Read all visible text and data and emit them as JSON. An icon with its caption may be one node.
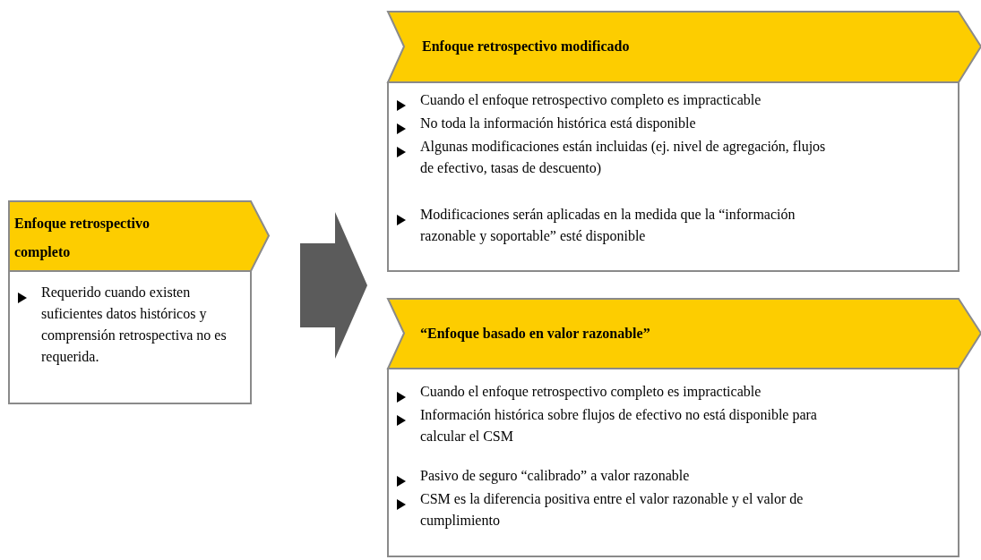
{
  "diagram": {
    "nodes": [
      {
        "text": [
          "Enfoque retrospectivo completo",
          "Requerido cuando existen suficientes datos históricos y comprensión retrospectiva no es requerida."
        ]
      },
      {
        "text": [
          "Enfoque retrospectivo modificado",
          "Cuando el enfoque retrospectivo completo es impracticable",
          "No toda la información histórica está disponible",
          "Algunas modificaciones están incluidas (ej. nivel de agregación, flujos de efectivo, tasas de descuento)",
          "Modificaciones serán aplicadas en la medida que la “información razonable y soportable” esté disponible"
        ]
      },
      {
        "text": [
          "“Enfoque basado en valor razonable”",
          "Cuando el enfoque retrospectivo completo es impracticable",
          "Información histórica sobre flujos de efectivo no está disponible para calcular el CSM",
          "Pasivo de seguro “calibrado” a valor razonable",
          "CSM es la diferencia positiva entre el valor razonable y el valor de cumplimiento"
        ]
      }
    ],
    "edges": [
      {
        "from": 0,
        "to": 1,
        "arrow": "to"
      },
      {
        "from": 0,
        "to": 2,
        "arrow": "to"
      }
    ]
  }
}
